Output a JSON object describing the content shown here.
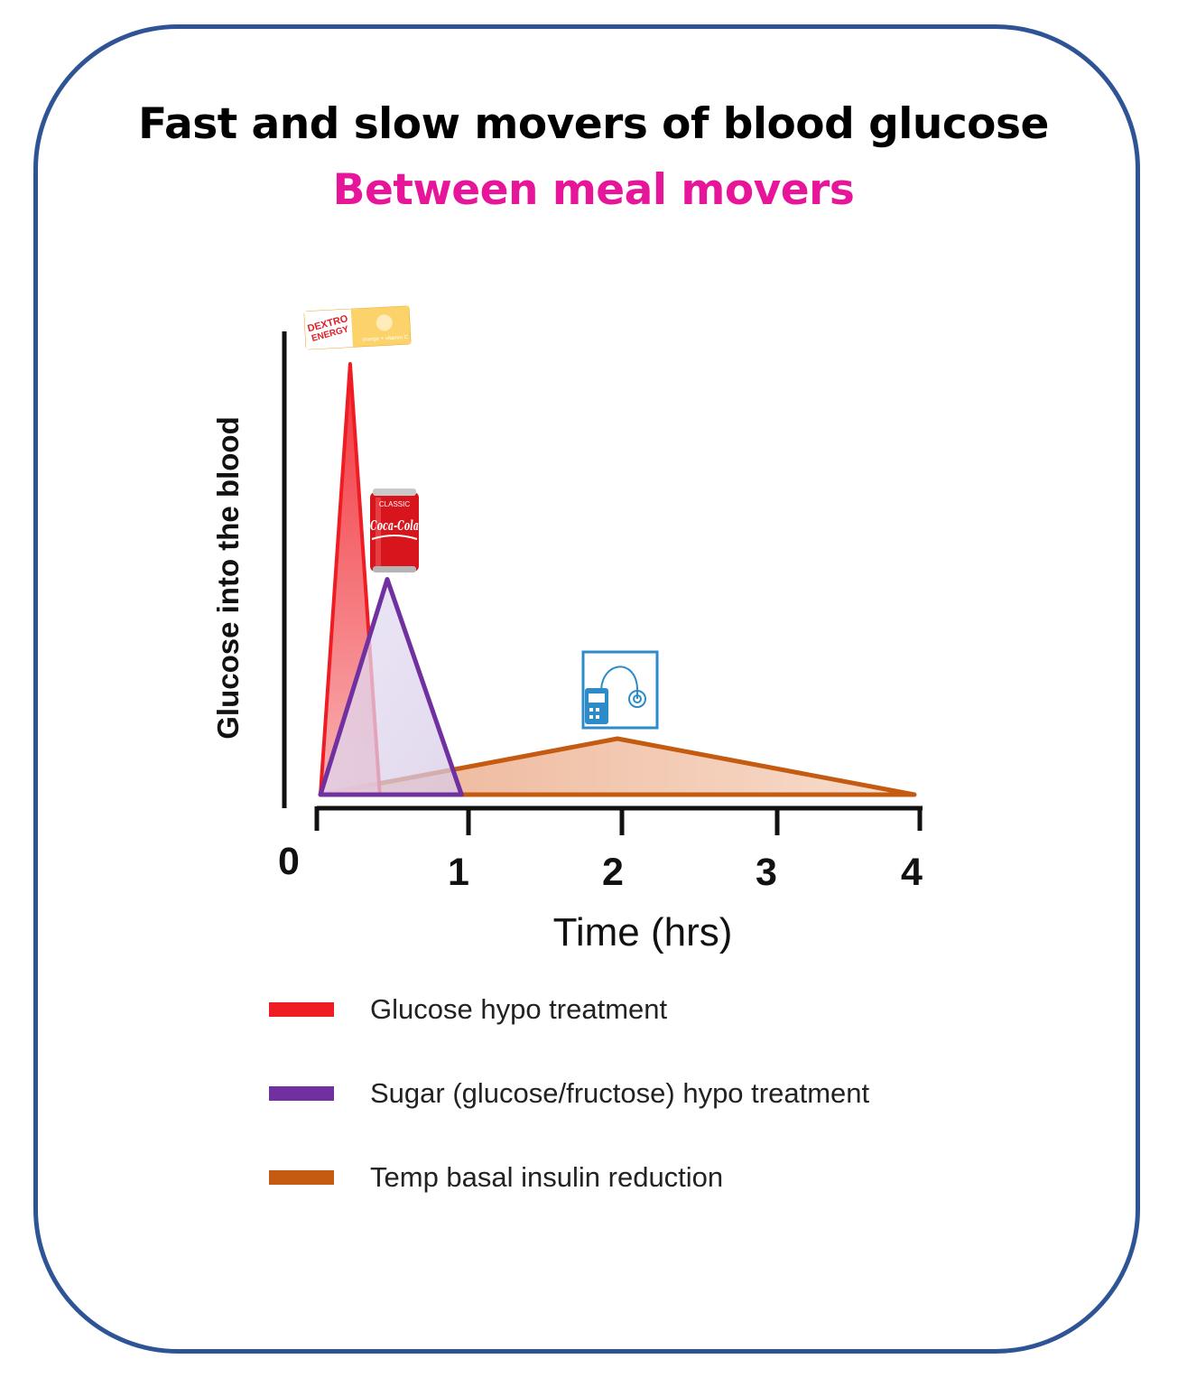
{
  "title": "Fast and slow movers of blood  glucose",
  "subtitle": "Between meal movers",
  "colors": {
    "border": "#2f5496",
    "subtitle": "#e6159a",
    "glucose": "#f01c24",
    "sugar": "#7030a0",
    "basal": "#c55a11"
  },
  "icons": {
    "glucose": "dextro-energy-tablets-icon",
    "sugar": "cola-can-icon",
    "basal": "insulin-pump-icon"
  },
  "dextro_text": {
    "line1": "DEXTRO",
    "line2": "ENERGY",
    "line3": "orange + vitamin C"
  },
  "can_text": {
    "line1": "CLASSIC",
    "line2": "Coca-Cola"
  },
  "chart_data": {
    "type": "area",
    "xlabel": "Time (hrs)",
    "ylabel": "Glucose into the blood",
    "x_ticks": [
      "0",
      "1",
      "2",
      "3",
      "4"
    ],
    "xlim": [
      0,
      4
    ],
    "ylim": [
      0,
      1
    ],
    "grid": false,
    "legend_position": "bottom",
    "series": [
      {
        "name": "Glucose hypo treatment",
        "color": "#f01c24",
        "x": [
          0,
          0.2,
          0.4
        ],
        "y": [
          0,
          1,
          0
        ]
      },
      {
        "name": "Sugar (glucose/fructose) hypo treatment",
        "color": "#7030a0",
        "x": [
          0,
          0.45,
          0.95
        ],
        "y": [
          0,
          0.5,
          0
        ]
      },
      {
        "name": "Temp basal insulin reduction",
        "color": "#c55a11",
        "x": [
          0,
          2,
          4
        ],
        "y": [
          0,
          0.13,
          0
        ]
      }
    ]
  }
}
